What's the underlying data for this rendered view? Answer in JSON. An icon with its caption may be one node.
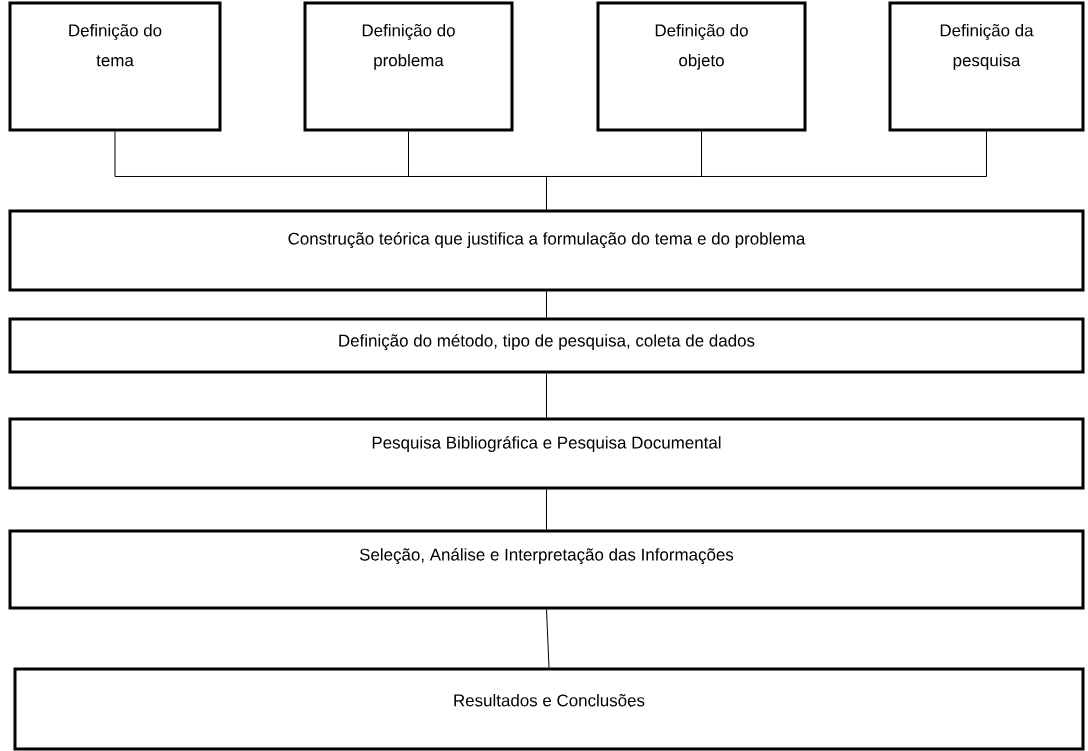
{
  "diagram": {
    "nodes": [
      {
        "text": [
          "Definição do tema"
        ]
      },
      {
        "text": [
          "Definição do problema"
        ]
      },
      {
        "text": [
          "Definição do objeto"
        ]
      },
      {
        "text": [
          "Definição da pesquisa"
        ]
      },
      {
        "text": [
          "Construção teórica que justifica a formulação do tema e do problema"
        ]
      },
      {
        "text": [
          "Definição do método, tipo de pesquisa, coleta de dados"
        ]
      },
      {
        "text": [
          "Pesquisa Bibliográfica e Pesquisa Documental"
        ]
      },
      {
        "text": [
          "Seleção, Análise e Interpretação das Informações"
        ]
      },
      {
        "text": [
          "Resultados e Conclusões"
        ]
      }
    ],
    "edges": [
      {
        "from": 0,
        "to": 4,
        "arrow": "none"
      },
      {
        "from": 1,
        "to": 4,
        "arrow": "none"
      },
      {
        "from": 2,
        "to": 4,
        "arrow": "none"
      },
      {
        "from": 3,
        "to": 4,
        "arrow": "none"
      },
      {
        "from": 4,
        "to": 5,
        "arrow": "none"
      },
      {
        "from": 5,
        "to": 6,
        "arrow": "none"
      },
      {
        "from": 6,
        "to": 7,
        "arrow": "none"
      },
      {
        "from": 7,
        "to": 8,
        "arrow": "none"
      }
    ]
  }
}
